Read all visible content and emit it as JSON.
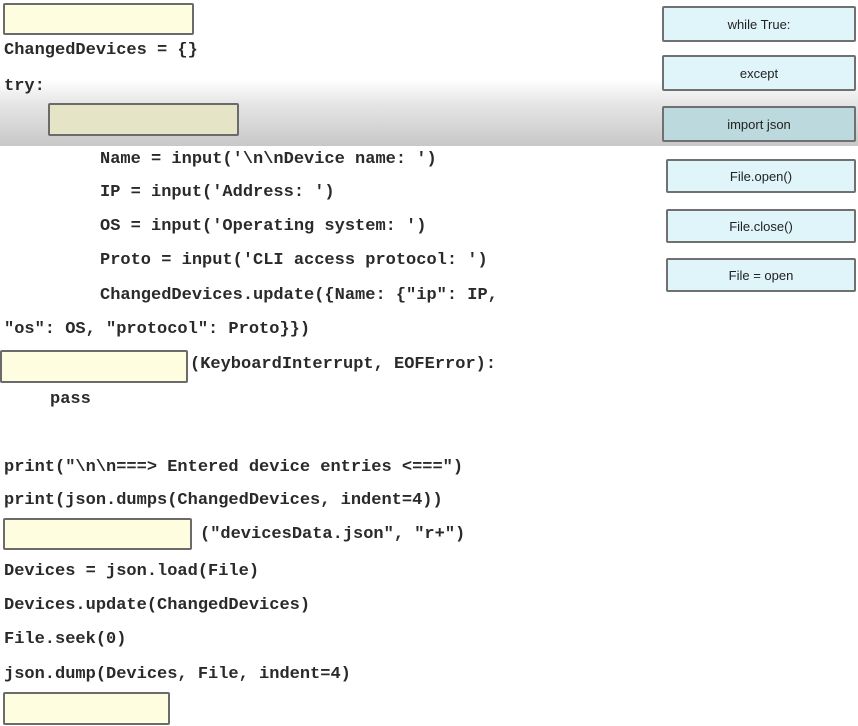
{
  "code": {
    "line_changed_devices": "ChangedDevices = {}",
    "line_try": "try:",
    "line_name": "Name = input('\\n\\nDevice name: ')",
    "line_ip": "IP = input('Address: ')",
    "line_os": "OS = input('Operating system: ')",
    "line_proto": "Proto = input('CLI access protocol: ')",
    "line_update_1": "ChangedDevices.update({Name: {\"ip\": IP,",
    "line_update_2": "\"os\": OS, \"protocol\": Proto}})",
    "line_except_suffix": "(KeyboardInterrupt, EOFError):",
    "line_pass": "pass",
    "line_print_1": "print(\"\\n\\n===> Entered device entries <===\")",
    "line_print_2": "print(json.dumps(ChangedDevices, indent=4))",
    "line_open_suffix": "(\"devicesData.json\", \"r+\")",
    "line_load": "Devices = json.load(File)",
    "line_devices_update": "Devices.update(ChangedDevices)",
    "line_seek": "File.seek(0)",
    "line_dump": "json.dump(Devices, File, indent=4)"
  },
  "drop_targets": [
    {
      "id": "slot-1",
      "value": ""
    },
    {
      "id": "slot-2",
      "value": ""
    },
    {
      "id": "slot-3",
      "value": ""
    },
    {
      "id": "slot-4",
      "value": ""
    },
    {
      "id": "slot-5",
      "value": ""
    }
  ],
  "options": [
    {
      "label": "while True:"
    },
    {
      "label": "except"
    },
    {
      "label": "import json"
    },
    {
      "label": "File.open()"
    },
    {
      "label": "File.close()"
    },
    {
      "label": "File = open"
    }
  ],
  "colors": {
    "drop_target_bg": "#fefde0",
    "option_bg": "#dff5fa",
    "border": "#6b6b6b"
  }
}
